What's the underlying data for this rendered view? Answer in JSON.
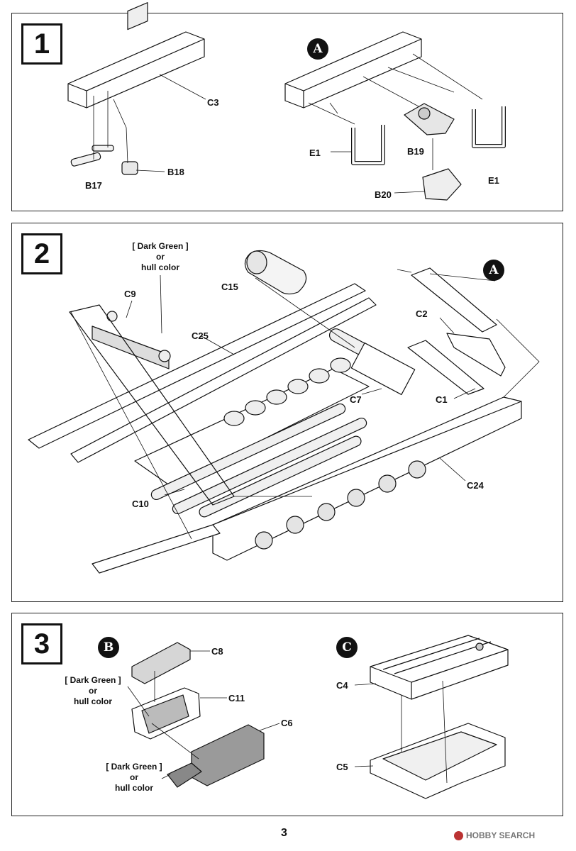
{
  "steps": [
    {
      "number": "1",
      "labels": {
        "c3": "C3",
        "b17": "B17",
        "b18": "B18",
        "e1_left": "E1",
        "e1_right": "E1",
        "b19": "B19",
        "b20": "B20"
      },
      "badge": "A"
    },
    {
      "number": "2",
      "paint_note": {
        "line1": "[ Dark Green ]",
        "line2": "or",
        "line3": "hull color"
      },
      "labels": {
        "c9": "C9",
        "c15": "C15",
        "c25": "C25",
        "c2": "C2",
        "c7": "C7",
        "c1": "C1",
        "c24": "C24",
        "c10": "C10"
      },
      "badge": "A"
    },
    {
      "number": "3",
      "badge_b": "B",
      "badge_c": "C",
      "labels": {
        "c8": "C8",
        "c11": "C11",
        "c6": "C6",
        "c4": "C4",
        "c5": "C5"
      },
      "paint_note_1": {
        "line1": "[ Dark Green ]",
        "line2": "or",
        "line3": "hull color"
      },
      "paint_note_2": {
        "line1": "[ Dark Green ]",
        "line2": "or",
        "line3": "hull color"
      }
    }
  ],
  "page_number": "3",
  "watermark": "HOBBY SEARCH"
}
